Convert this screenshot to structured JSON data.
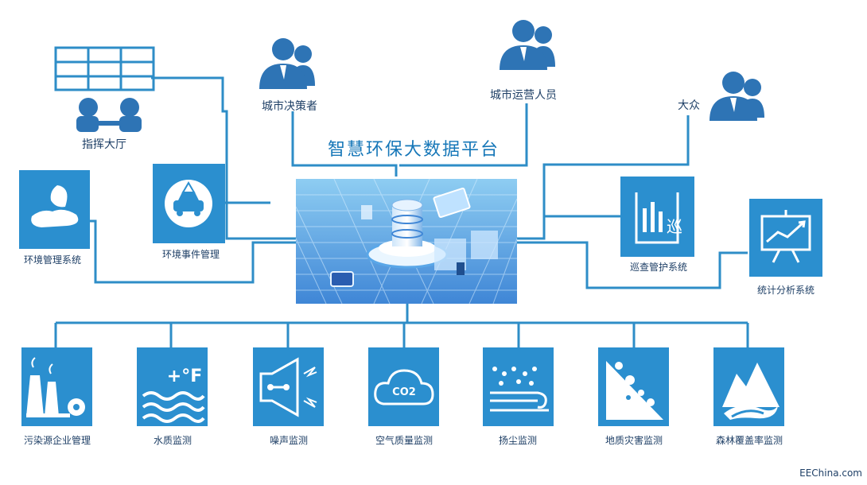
{
  "title": "智慧环保大数据平台",
  "watermark": "EEChina.com",
  "colors": {
    "line": "#2e8dc7",
    "tile": "#2b8fcf",
    "person": "#2e74b5",
    "label": "#1e3f66"
  },
  "top_nodes": [
    {
      "label": "指挥大厅",
      "icon": "command-hall-icon"
    },
    {
      "label": "城市决策者",
      "icon": "people-icon"
    },
    {
      "label": "城市运营人员",
      "icon": "people-icon"
    },
    {
      "label": "大众",
      "icon": "people-icon"
    }
  ],
  "side_nodes": [
    {
      "label": "环境管理系统",
      "icon": "leaf-icon"
    },
    {
      "label": "环境事件管理",
      "icon": "warning-car-icon"
    },
    {
      "label": "巡查管护系统",
      "icon": "patrol-chart-icon",
      "glyph": "巡"
    },
    {
      "label": "统计分析系统",
      "icon": "trend-board-icon"
    }
  ],
  "bottom_nodes": [
    {
      "label": "污染源企业管理",
      "icon": "factory-icon"
    },
    {
      "label": "水质监测",
      "icon": "water-icon",
      "glyph": "+°F"
    },
    {
      "label": "噪声监测",
      "icon": "speaker-icon"
    },
    {
      "label": "空气质量监测",
      "icon": "cloud-icon",
      "glyph": "CO2"
    },
    {
      "label": "扬尘监测",
      "icon": "dust-icon"
    },
    {
      "label": "地质灾害监测",
      "icon": "landslide-icon"
    },
    {
      "label": "森林覆盖率监测",
      "icon": "forest-icon"
    }
  ]
}
